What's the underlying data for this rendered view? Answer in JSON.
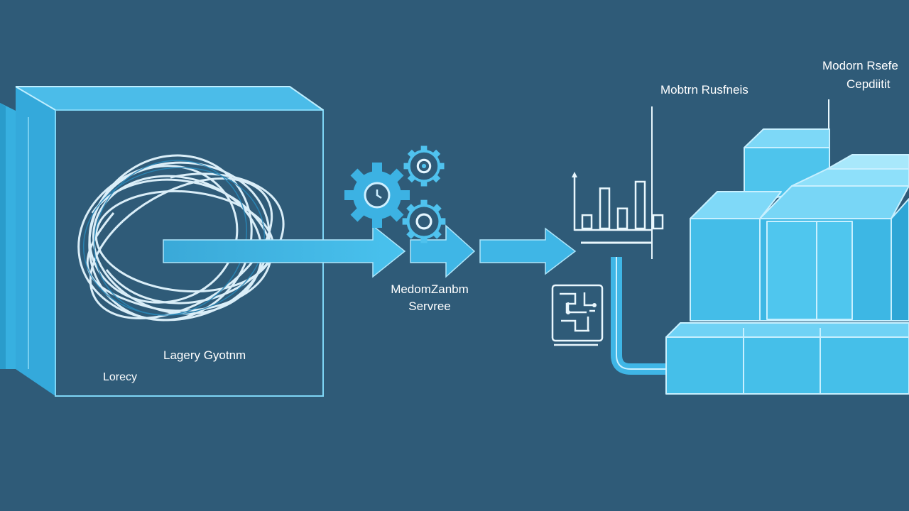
{
  "labels": {
    "legacy_system": "Lagery Gyotnm",
    "legacy": "Lorecy",
    "modernization_line1": "MedomZanbm",
    "modernization_line2": "Servree",
    "modern_business": "Mobtrn Rusfneis",
    "modern_capability_line1": "Modorn Rsefe",
    "modern_capability_line2": "Cepdiitit"
  },
  "colors": {
    "background": "#2f5b78",
    "primary_blue": "#38b5e6",
    "light_blue": "#6fd2f5",
    "line_white": "#e9f7fd",
    "pale_blue": "#a8e2f8"
  },
  "icons": [
    "tangled-wires-icon",
    "gear-icon",
    "bar-chart-icon",
    "circuit-chip-icon",
    "server-block-icon"
  ],
  "chart_data": {
    "type": "bar",
    "categories": [
      "",
      "",
      "",
      "",
      ""
    ],
    "values": [
      2,
      6,
      3,
      7,
      2
    ],
    "title": "",
    "xlabel": "",
    "ylabel": ""
  }
}
